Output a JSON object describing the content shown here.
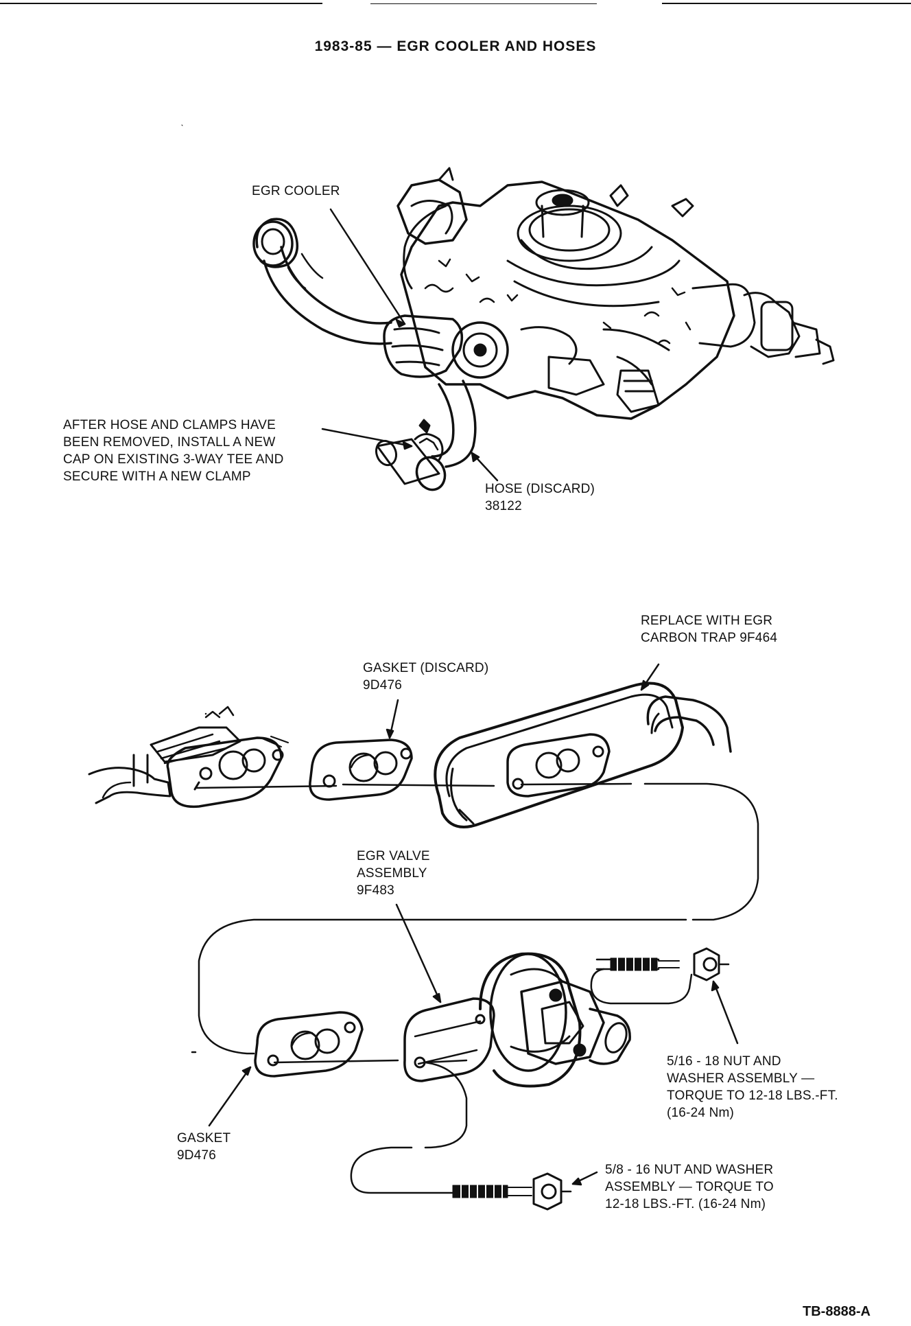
{
  "title": "1983-85 — EGR COOLER AND HOSES",
  "figure_id": "TB-8888-A",
  "labels": {
    "egr_cooler": "EGR COOLER",
    "after_hose_note": [
      "AFTER HOSE AND CLAMPS HAVE",
      "BEEN REMOVED, INSTALL A NEW",
      "CAP ON EXISTING 3-WAY TEE AND",
      "SECURE WITH A NEW CLAMP"
    ],
    "hose": [
      "HOSE (DISCARD)",
      "38122"
    ],
    "carbon_trap": [
      "REPLACE WITH EGR",
      "CARBON TRAP 9F464"
    ],
    "gasket_discard": [
      "GASKET (DISCARD)",
      "9D476"
    ],
    "egr_valve": [
      "EGR VALVE",
      "ASSEMBLY",
      "9F483"
    ],
    "nut_516": [
      "5/16 - 18 NUT AND",
      "WASHER ASSEMBLY —",
      "TORQUE TO 12-18 LBS.-FT.",
      "(16-24 Nm)"
    ],
    "gasket_lower": [
      "GASKET",
      "9D476"
    ],
    "nut_58": [
      "5/8 - 16 NUT AND WASHER",
      "ASSEMBLY — TORQUE TO",
      "12-18 LBS.-FT. (16-24 Nm)"
    ]
  },
  "colors": {
    "ink": "#111111",
    "paper": "#ffffff"
  }
}
